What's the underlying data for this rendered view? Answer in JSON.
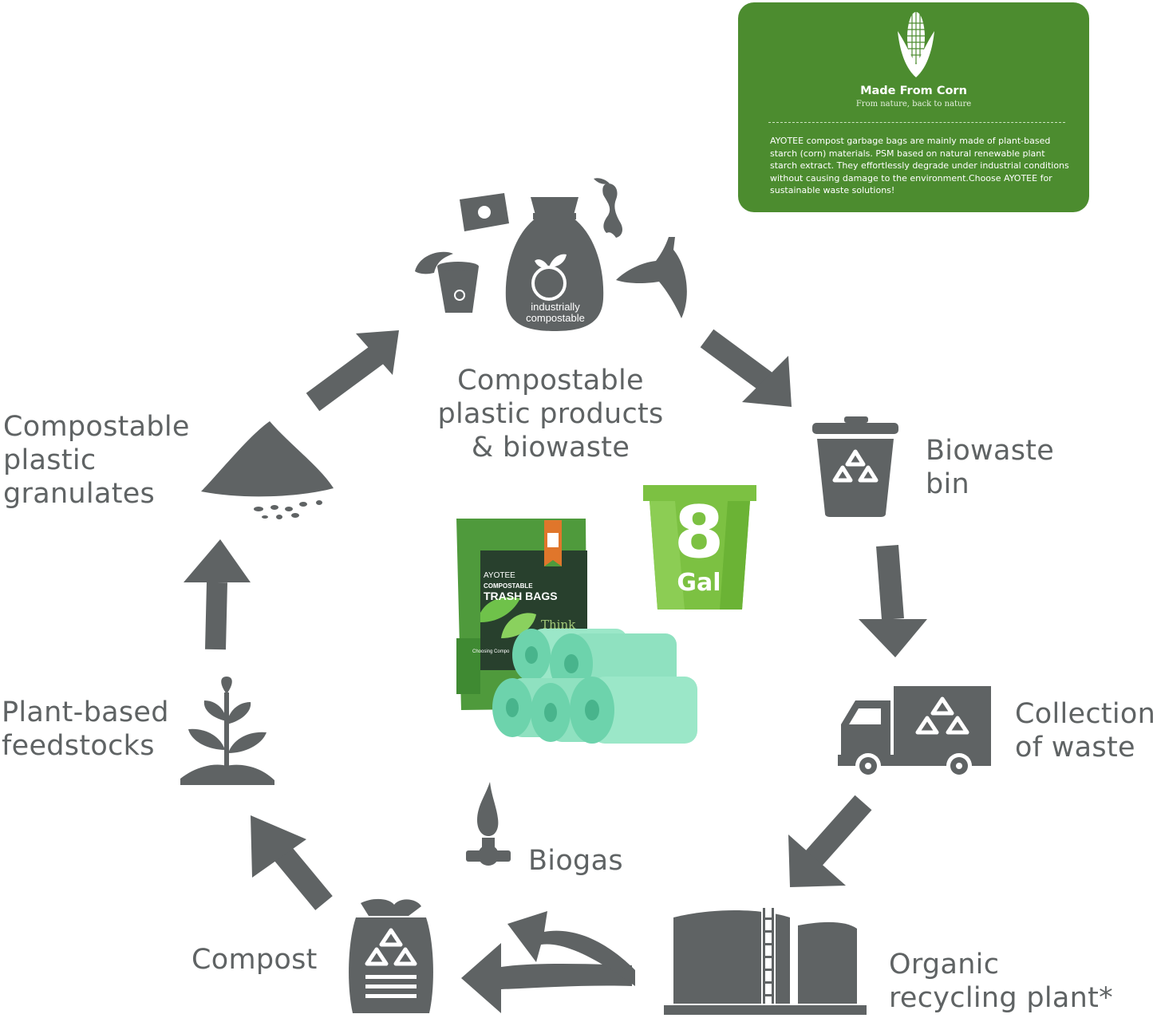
{
  "infobox": {
    "title": "Made From Corn",
    "subtitle": "From nature, back to nature",
    "body": "AYOTEE compost garbage bags are mainly made of plant-based starch (corn) materials. PSM based on natural renewable plant starch extract.  They effortlessly degrade under industrial conditions without causing damage to the environment.Choose AYOTEE for sustainable waste solutions!"
  },
  "cycle": {
    "products": {
      "line1": "Compostable",
      "line2": "plastic products",
      "line3": "& biowaste",
      "badge_line1": "industrially",
      "badge_line2": "compostable"
    },
    "bin": {
      "line1": "Biowaste",
      "line2": "bin"
    },
    "collection": {
      "line1": "Collection",
      "line2": "of waste"
    },
    "plant": {
      "line1": "Organic",
      "line2": "recycling plant*"
    },
    "biogas": {
      "label": "Biogas"
    },
    "compost": {
      "label": "Compost"
    },
    "feedstocks": {
      "line1": "Plant-based",
      "line2": "feedstocks"
    },
    "granulates": {
      "line1": "Compostable",
      "line2": "plastic",
      "line3": "granulates"
    }
  },
  "product": {
    "brand": "AYOTEE",
    "subtitle": "COMPOSTABLE",
    "name": "TRASH BAGS",
    "tagline": "Think",
    "caption": "Choosing Compo",
    "size_number": "8",
    "size_unit": "Gal"
  },
  "colors": {
    "icon_gray": "#5f6364",
    "card_green": "#4c8c2f",
    "bucket_green": "#7cc142",
    "bag_green": "#7fdcb8",
    "box_green": "#4f9a3c"
  }
}
